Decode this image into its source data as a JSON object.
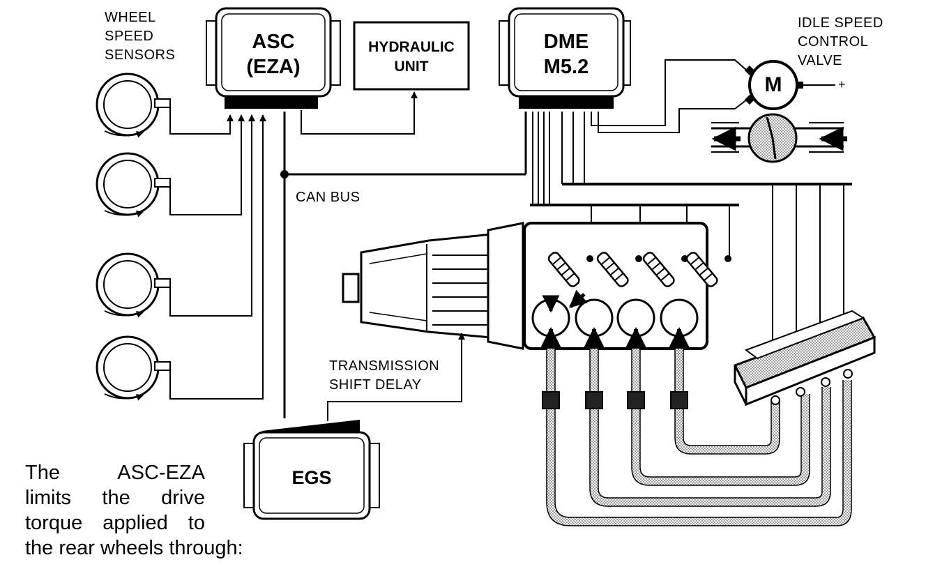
{
  "labels": {
    "wheel_speed_sensors": "WHEEL\nSPEED\nSENSORS",
    "asc": "ASC\n(EZA)",
    "hydraulic_unit": "HYDRAULIC\nUNIT",
    "dme": "DME\nM5.2",
    "idle_speed_valve": "IDLE SPEED\nCONTROL\nVALVE",
    "motor": "M",
    "plus": "+",
    "can_bus": "CAN BUS",
    "transmission_shift_delay": "TRANSMISSION\nSHIFT DELAY",
    "egs": "EGS"
  },
  "caption": {
    "line1": "The     ASC-EZA",
    "line2": "limits  the  drive",
    "line3": "torque applied to",
    "line4": "the rear wheels through:"
  }
}
